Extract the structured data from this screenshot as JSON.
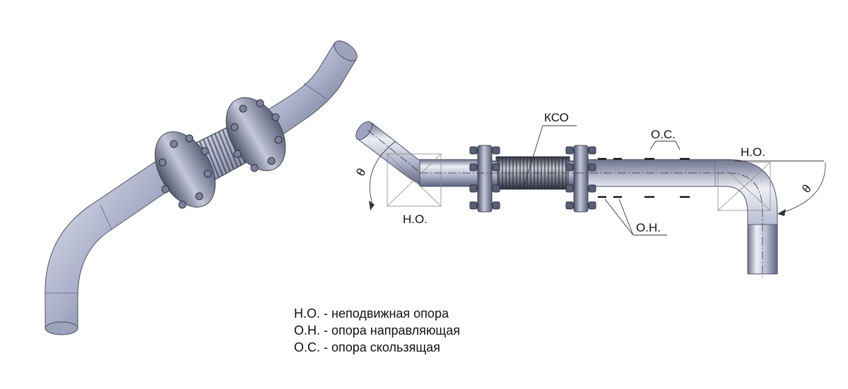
{
  "labels": {
    "kso": "КСО",
    "no_left": "Н.О.",
    "no_right": "Н.О.",
    "os": "О.С.",
    "on": "О.Н.",
    "theta_left": "θ",
    "theta_right": "θ"
  },
  "legend": [
    "Н.О. - неподвижная  опора",
    "О.Н. - опора  направляющая",
    "О.С. - опора скользящая"
  ],
  "colors": {
    "pipe_light": "#eef0f6",
    "pipe_mid": "#a9aec8",
    "pipe_dark": "#5d6380",
    "flange_dark": "#4d5268",
    "line": "#333333",
    "text": "#111111"
  }
}
